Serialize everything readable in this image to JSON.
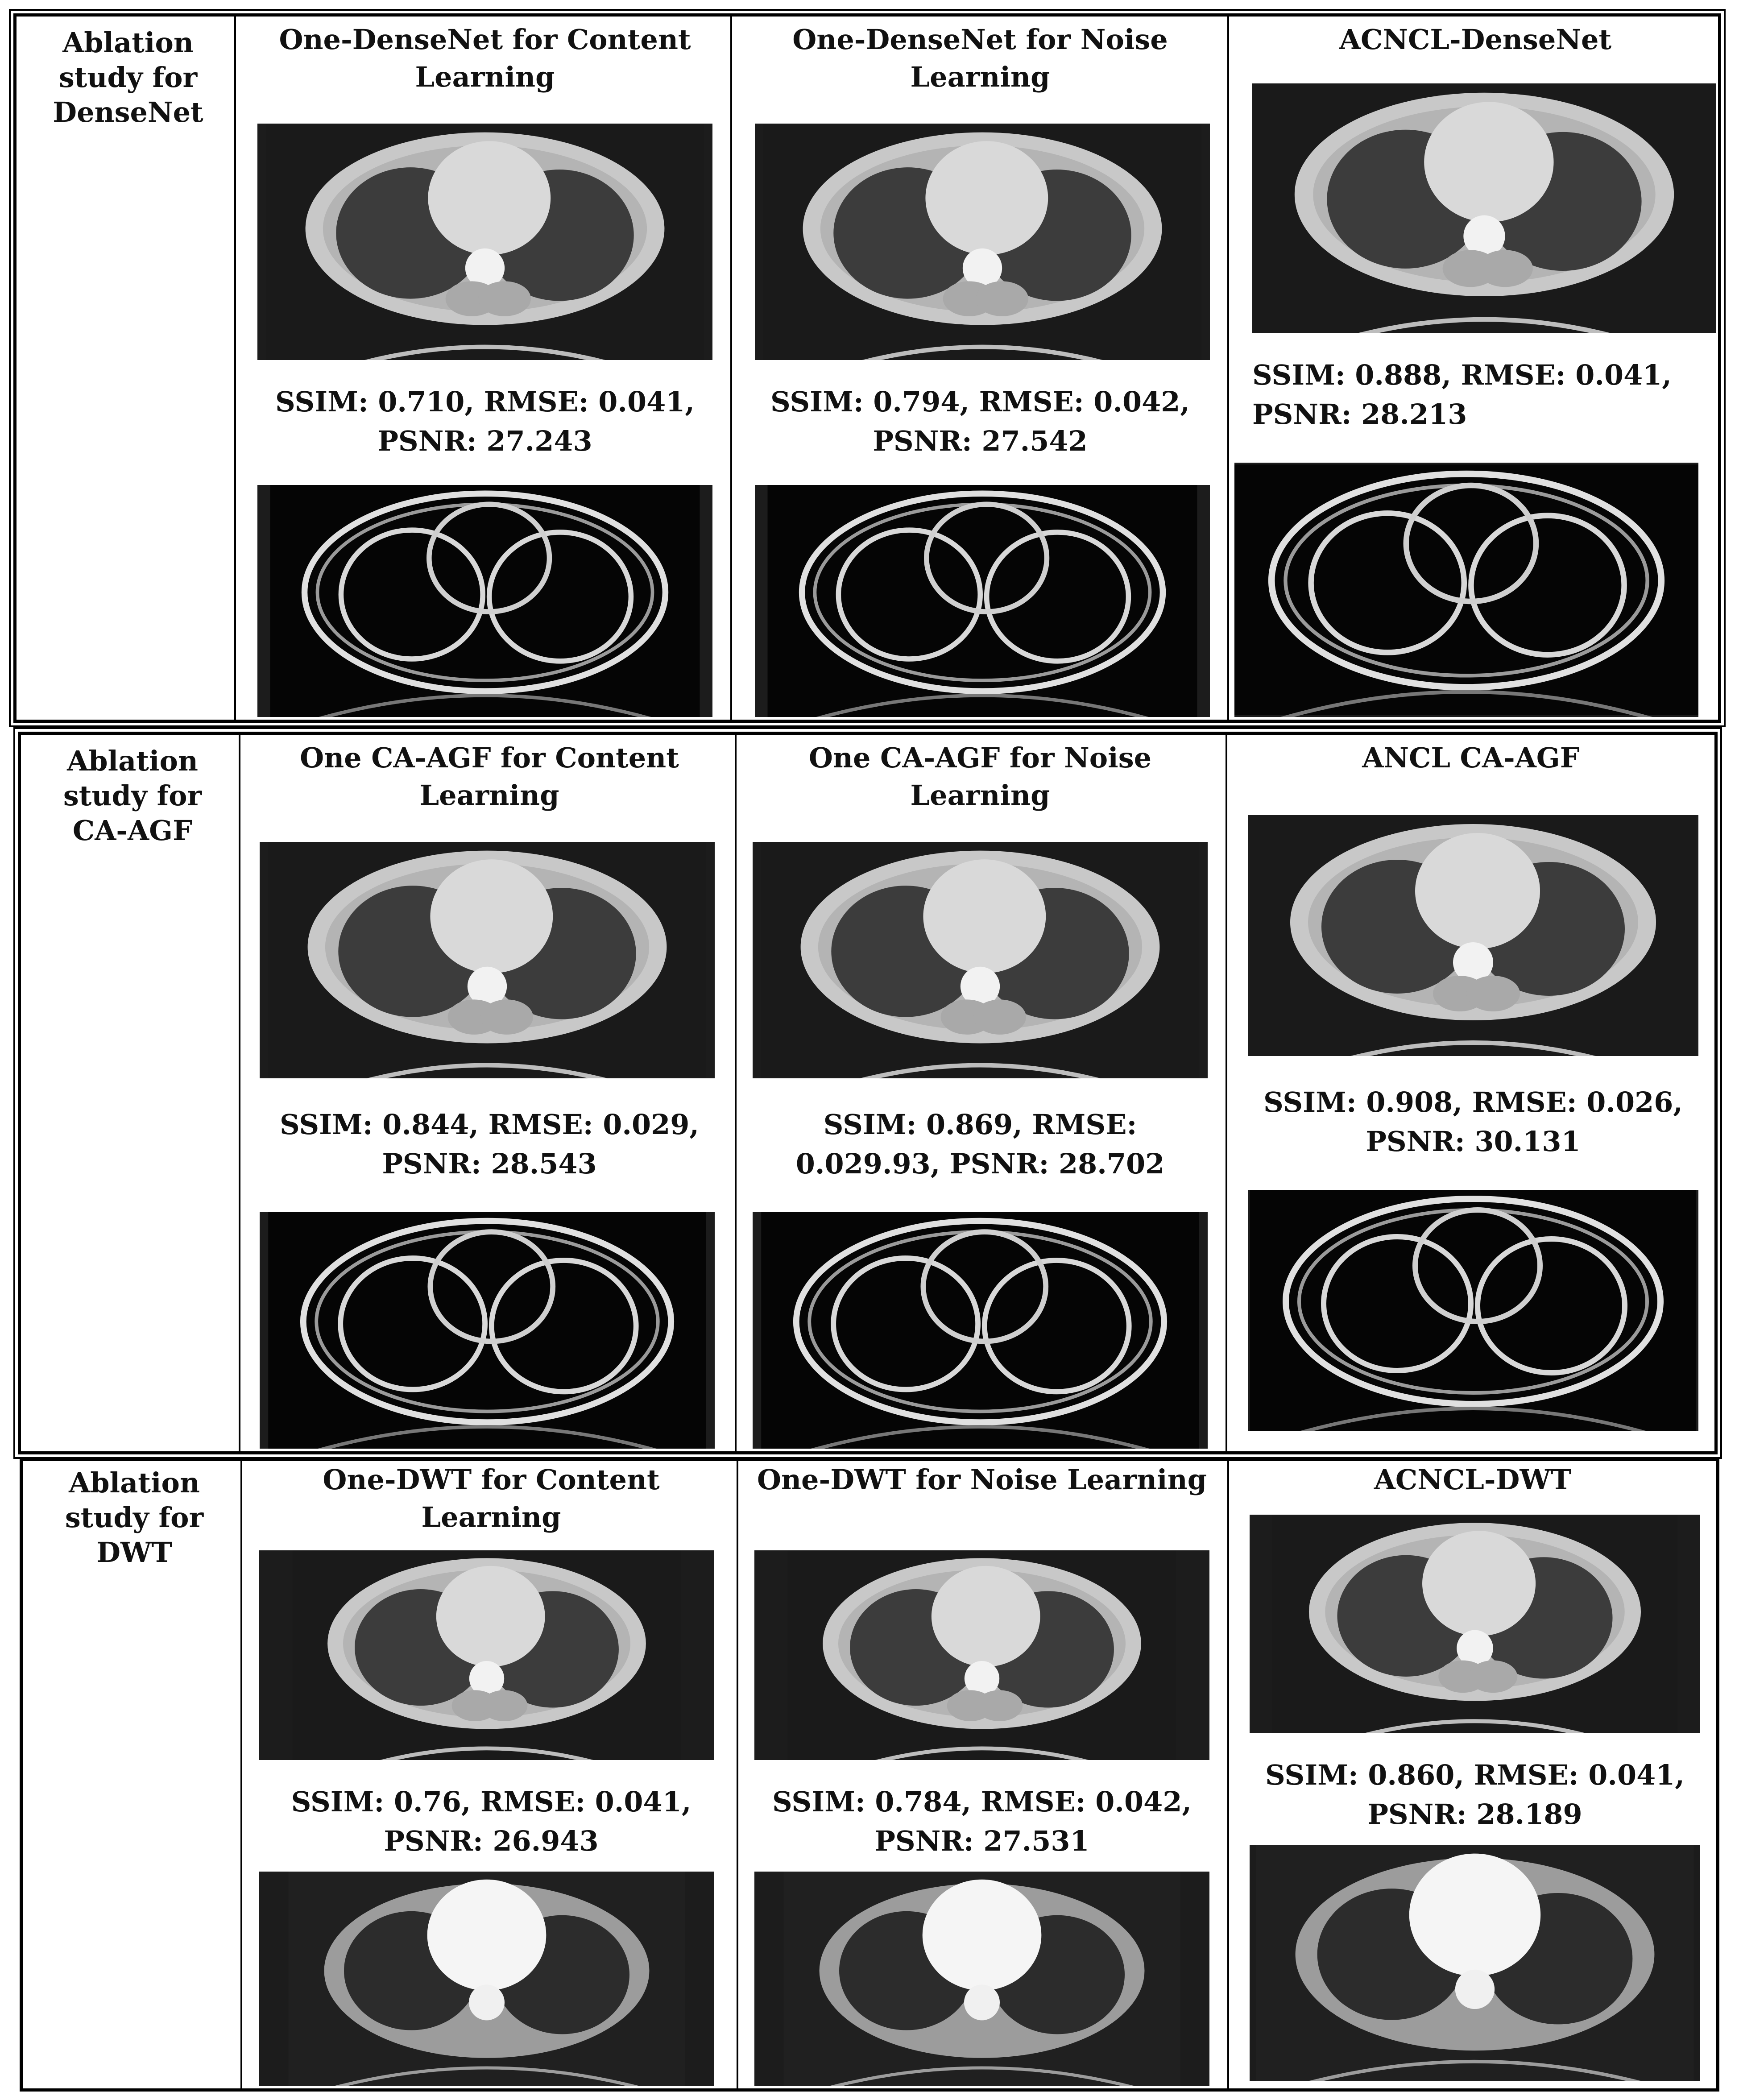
{
  "rows": [
    {
      "label": "Ablation study for DenseNet",
      "columns": [
        {
          "header": "One-DenseNet for Content Learning",
          "metrics": "SSIM: 0.710, RMSE: 0.041, PSNR: 27.243"
        },
        {
          "header": "One-DenseNet for Noise Learning",
          "metrics": "SSIM: 0.794, RMSE: 0.042, PSNR: 27.542"
        },
        {
          "header": "ACNCL-DenseNet",
          "metrics": "SSIM: 0.888, RMSE: 0.041, PSNR: 28.213"
        }
      ]
    },
    {
      "label": "Ablation study for CA-AGF",
      "columns": [
        {
          "header": "One CA-AGF for Content Learning",
          "metrics": "SSIM: 0.844, RMSE: 0.029, PSNR: 28.543"
        },
        {
          "header": "One CA-AGF for Noise Learning",
          "metrics": "SSIM: 0.869, RMSE: 0.029.93, PSNR: 28.702"
        },
        {
          "header": "ANCL CA-AGF",
          "metrics": "SSIM: 0.908, RMSE: 0.026, PSNR: 30.131"
        }
      ]
    },
    {
      "label": "Ablation study for DWT",
      "columns": [
        {
          "header": "One-DWT for Content Learning",
          "metrics": "SSIM: 0.76, RMSE: 0.041, PSNR: 26.943"
        },
        {
          "header": "One-DWT for Noise Learning",
          "metrics": "SSIM: 0.784, RMSE: 0.042, PSNR: 27.531"
        },
        {
          "header": "ACNCL-DWT",
          "metrics": "SSIM: 0.860, RMSE: 0.041, PSNR: 28.189"
        }
      ]
    }
  ]
}
